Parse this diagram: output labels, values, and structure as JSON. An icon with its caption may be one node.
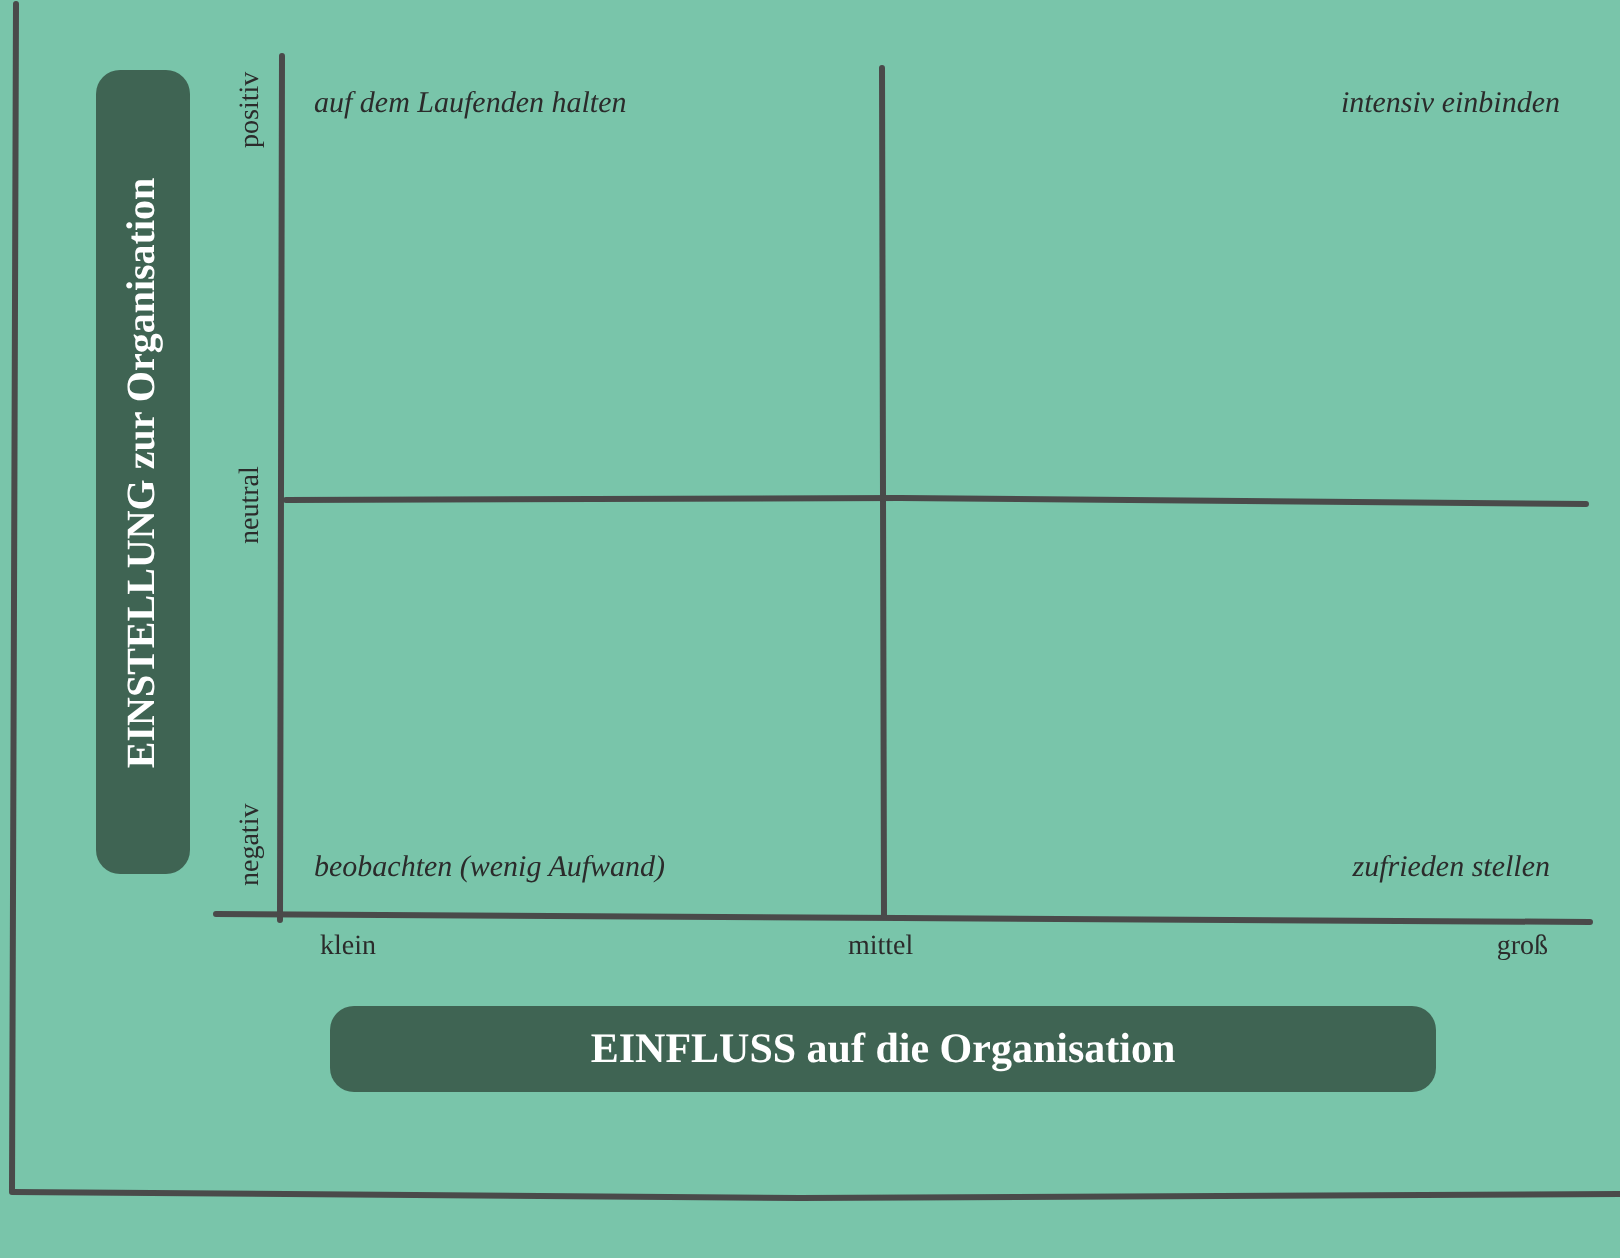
{
  "diagram": {
    "nodes": [
      {
        "text": [
          "EINSTELLUNG zur Organisation"
        ]
      },
      {
        "text": [
          "EINFLUSS auf die Organisation"
        ]
      }
    ],
    "labels": [
      "positiv",
      "auf dem Laufenden halten",
      "intensiv einbinden",
      "neutral",
      "negativ",
      "beobachten (wenig Aufwand)",
      "zufrieden stellen",
      "klein",
      "mittel",
      "groß"
    ]
  }
}
